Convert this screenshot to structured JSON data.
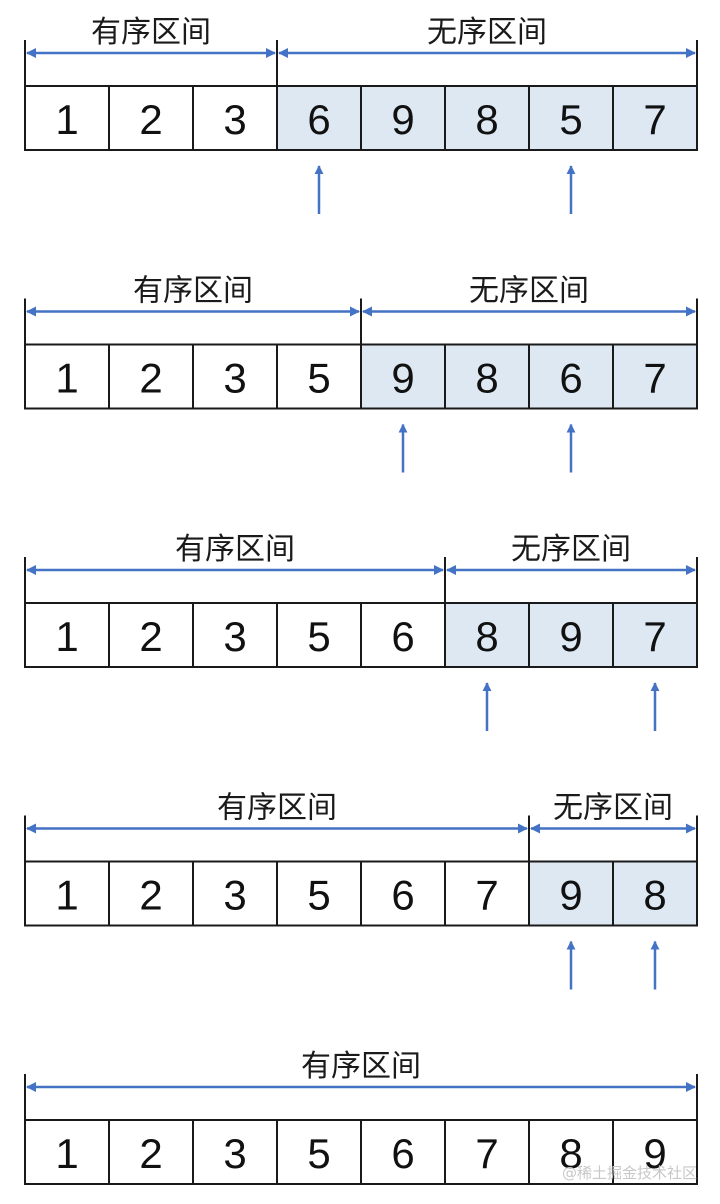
{
  "labels": {
    "sorted": "有序区间",
    "unsorted": "无序区间"
  },
  "colors": {
    "arrow": "#4472c4",
    "unsorted_fill": "#dde8f3",
    "sorted_fill": "#ffffff",
    "border": "#1a1a1a"
  },
  "steps": [
    {
      "values": [
        "1",
        "2",
        "3",
        "6",
        "9",
        "8",
        "5",
        "7"
      ],
      "sorted_count": 3,
      "pointers": [
        3,
        6
      ]
    },
    {
      "values": [
        "1",
        "2",
        "3",
        "5",
        "9",
        "8",
        "6",
        "7"
      ],
      "sorted_count": 4,
      "pointers": [
        4,
        6
      ]
    },
    {
      "values": [
        "1",
        "2",
        "3",
        "5",
        "6",
        "8",
        "9",
        "7"
      ],
      "sorted_count": 5,
      "pointers": [
        5,
        7
      ]
    },
    {
      "values": [
        "1",
        "2",
        "3",
        "5",
        "6",
        "7",
        "9",
        "8"
      ],
      "sorted_count": 6,
      "pointers": [
        6,
        7
      ]
    },
    {
      "values": [
        "1",
        "2",
        "3",
        "5",
        "6",
        "7",
        "8",
        "9"
      ],
      "sorted_count": 8,
      "pointers": []
    }
  ],
  "watermark": "@稀土掘金技术社区"
}
